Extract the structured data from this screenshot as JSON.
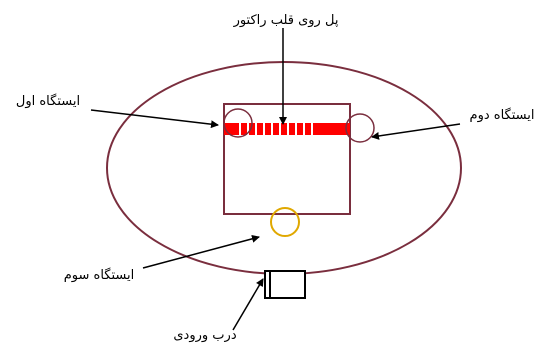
{
  "labels": {
    "bridge": "پل روی قلب راکتور",
    "station_1": "ایستگاه اول",
    "station_2": "ایستگاه دوم",
    "station_3": "ایستگاه سوم",
    "entrance": "درب ورودی"
  },
  "colors": {
    "outline": "#7a2e3e",
    "bridge": "#ff0000",
    "station_3_ring": "#e0a800",
    "arrow": "#000000",
    "door": "#000000"
  }
}
